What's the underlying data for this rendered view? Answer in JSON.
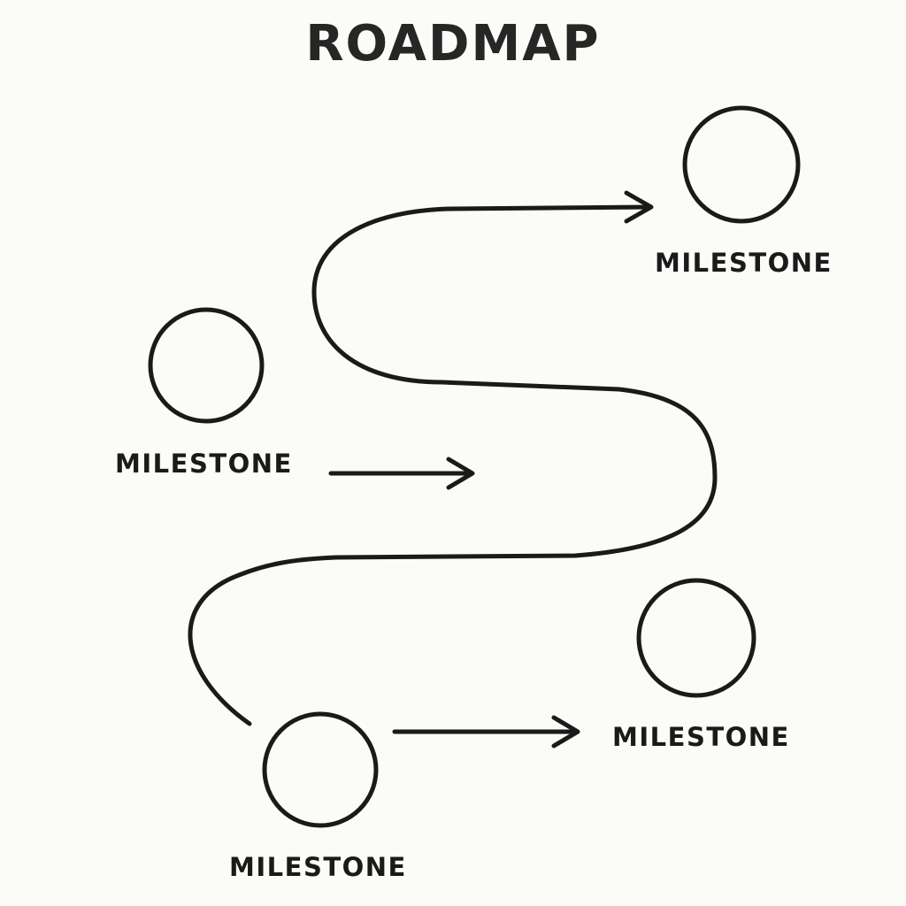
{
  "title": "ROADMAP",
  "milestones": [
    {
      "label": "MILESTONE"
    },
    {
      "label": "MILESTONE"
    },
    {
      "label": "MILESTONE"
    },
    {
      "label": "MILESTONE"
    }
  ]
}
